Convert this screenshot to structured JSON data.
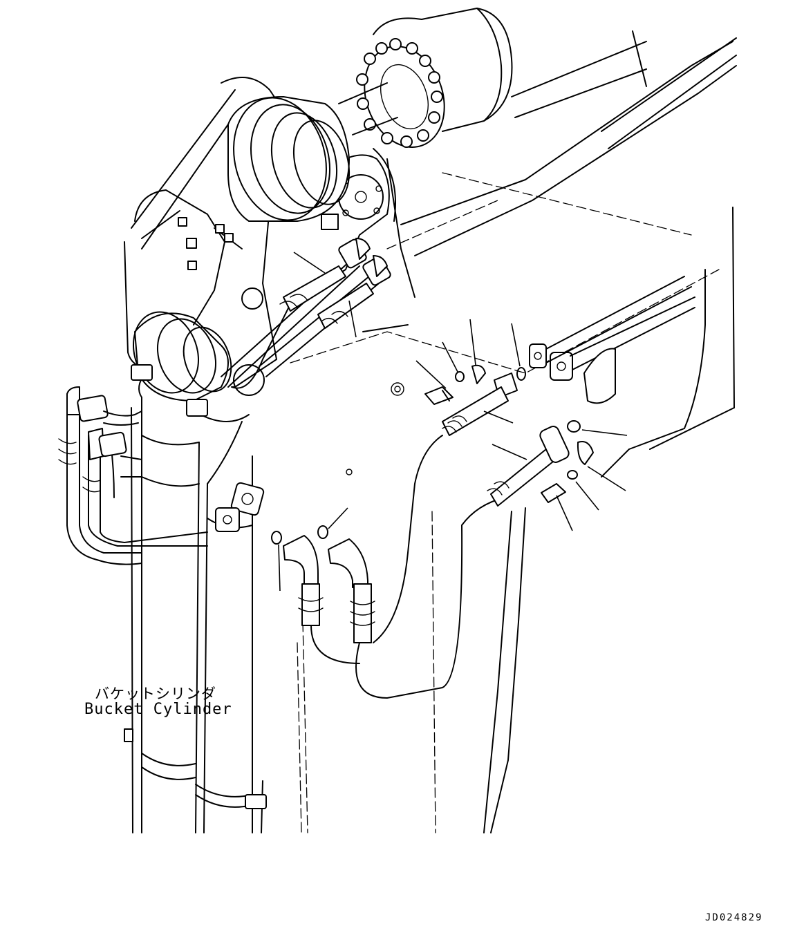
{
  "labels": {
    "bucket_cylinder_jp": "バケットシリンダ",
    "bucket_cylinder_en": "Bucket Cylinder"
  },
  "drawing_code": "JD024829"
}
